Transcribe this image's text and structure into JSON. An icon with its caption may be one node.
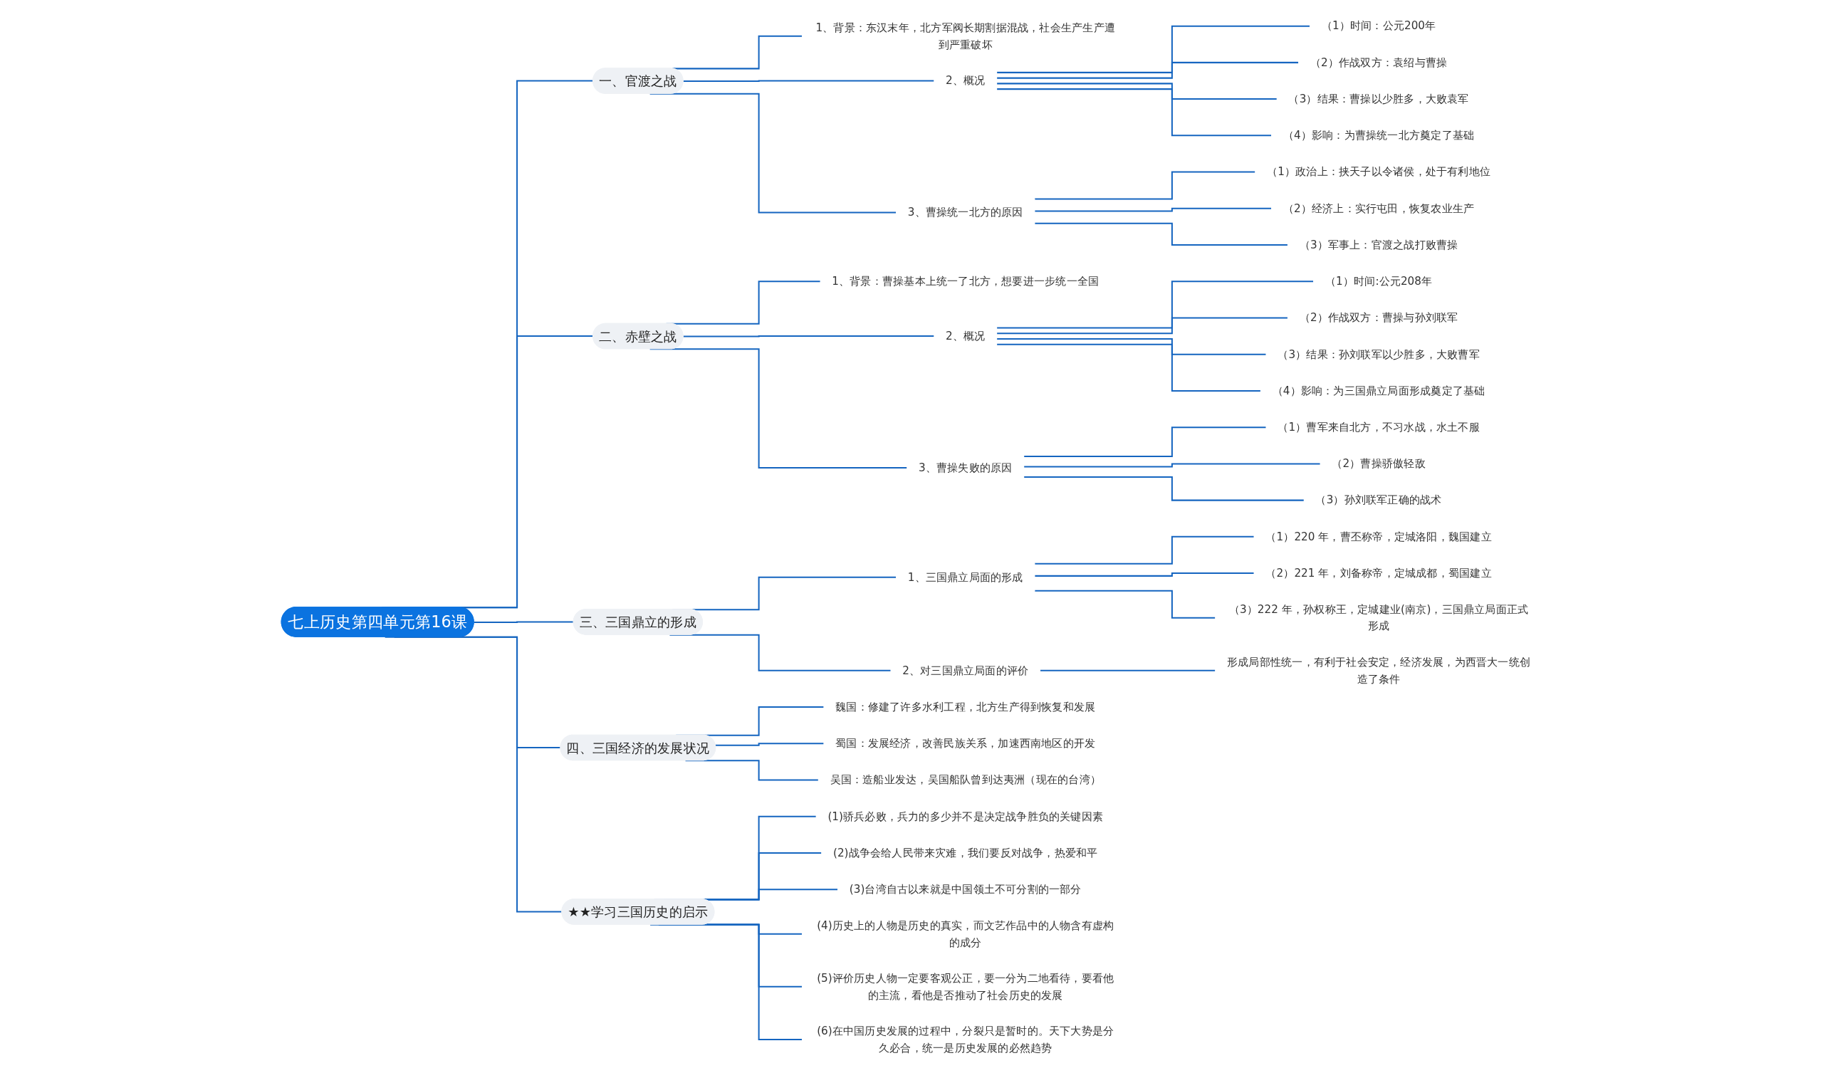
{
  "diagram": {
    "nodes": [
      {
        "text": [
          "七上历史第四单元第16课"
        ]
      },
      {
        "text": [
          "一、官渡之战"
        ]
      },
      {
        "text": [
          "1、背景：东汉末年，北方军阀长期割据混战，社会生产生产遭到严重破坏"
        ]
      },
      {
        "text": [
          "2、概况"
        ]
      },
      {
        "text": [
          "（1）时间：公元200年"
        ]
      },
      {
        "text": [
          "（2）作战双方：袁绍与曹操"
        ]
      },
      {
        "text": [
          "（3）结果：曹操以少胜多，大败袁军"
        ]
      },
      {
        "text": [
          "（4）影响：为曹操统一北方奠定了基础"
        ]
      },
      {
        "text": [
          "3、曹操统一北方的原因"
        ]
      },
      {
        "text": [
          "（1）政治上：挟天子以令诸侯，处于有利地位"
        ]
      },
      {
        "text": [
          "（2）经济上：实行屯田，恢复农业生产"
        ]
      },
      {
        "text": [
          "（3）军事上：官渡之战打败曹操"
        ]
      },
      {
        "text": [
          "二、赤壁之战"
        ]
      },
      {
        "text": [
          "1、背景：曹操基本上统一了北方，想要进一步统一全国"
        ]
      },
      {
        "text": [
          "2、概况"
        ]
      },
      {
        "text": [
          "（1）时间:公元208年"
        ]
      },
      {
        "text": [
          "（2）作战双方：曹操与孙刘联军"
        ]
      },
      {
        "text": [
          "（3）结果：孙刘联军以少胜多，大败曹军"
        ]
      },
      {
        "text": [
          "（4）影响：为三国鼎立局面形成奠定了基础"
        ]
      },
      {
        "text": [
          "3、曹操失败的原因"
        ]
      },
      {
        "text": [
          "（1）曹军来自北方，不习水战，水土不服"
        ]
      },
      {
        "text": [
          "（2）曹操骄傲轻敌"
        ]
      },
      {
        "text": [
          "（3）孙刘联军正确的战术"
        ]
      },
      {
        "text": [
          "三、三国鼎立的形成"
        ]
      },
      {
        "text": [
          "1、三国鼎立局面的形成"
        ]
      },
      {
        "text": [
          "（1）220 年，曹丕称帝，定城洛阳，魏国建立"
        ]
      },
      {
        "text": [
          "（2）221 年，刘备称帝，定城成都，蜀国建立"
        ]
      },
      {
        "text": [
          "（3）222 年，孙权称王，定城建业(南京)，三国鼎立局面正式形成"
        ]
      },
      {
        "text": [
          "2、对三国鼎立局面的评价"
        ]
      },
      {
        "text": [
          "形成局部性统一，有利于社会安定，经济发展，为西晋大一统创造了条件"
        ]
      },
      {
        "text": [
          "四、三国经济的发展状况"
        ]
      },
      {
        "text": [
          "魏国：修建了许多水利工程，北方生产得到恢复和发展"
        ]
      },
      {
        "text": [
          "蜀国：发展经济，改善民族关系，加速西南地区的开发"
        ]
      },
      {
        "text": [
          "吴国：造船业发达，吴国船队曾到达夷洲（现在的台湾）"
        ]
      },
      {
        "text": [
          "★★学习三国历史的启示"
        ]
      },
      {
        "text": [
          "(1)骄兵必败，兵力的多少并不是决定战争胜负的关键因素"
        ]
      },
      {
        "text": [
          "(2)战争会给人民带来灾难，我们要反对战争，热爱和平"
        ]
      },
      {
        "text": [
          "(3)台湾自古以来就是中国领土不可分割的一部分"
        ]
      },
      {
        "text": [
          "(4)历史上的人物是历史的真实，而文艺作品中的人物含有虚构的成分"
        ]
      },
      {
        "text": [
          "(5)评价历史人物一定要客观公正，要一分为二地看待，要看他的主流，看他是否推动了社会历史的发展"
        ]
      },
      {
        "text": [
          "(6)在中国历史发展的过程中，分裂只是暂时的。天下大势是分久必合，统一是历史发展的必然趋势"
        ]
      }
    ],
    "edges": [
      {
        "from": 0,
        "to": 1,
        "arrow": "none"
      },
      {
        "from": 1,
        "to": 2,
        "arrow": "none"
      },
      {
        "from": 1,
        "to": 3,
        "arrow": "none"
      },
      {
        "from": 3,
        "to": 4,
        "arrow": "none"
      },
      {
        "from": 3,
        "to": 5,
        "arrow": "none"
      },
      {
        "from": 3,
        "to": 6,
        "arrow": "none"
      },
      {
        "from": 3,
        "to": 7,
        "arrow": "none"
      },
      {
        "from": 1,
        "to": 8,
        "arrow": "none"
      },
      {
        "from": 8,
        "to": 9,
        "arrow": "none"
      },
      {
        "from": 8,
        "to": 10,
        "arrow": "none"
      },
      {
        "from": 8,
        "to": 11,
        "arrow": "none"
      },
      {
        "from": 0,
        "to": 12,
        "arrow": "none"
      },
      {
        "from": 12,
        "to": 13,
        "arrow": "none"
      },
      {
        "from": 12,
        "to": 14,
        "arrow": "none"
      },
      {
        "from": 14,
        "to": 15,
        "arrow": "none"
      },
      {
        "from": 14,
        "to": 16,
        "arrow": "none"
      },
      {
        "from": 14,
        "to": 17,
        "arrow": "none"
      },
      {
        "from": 14,
        "to": 18,
        "arrow": "none"
      },
      {
        "from": 12,
        "to": 19,
        "arrow": "none"
      },
      {
        "from": 19,
        "to": 20,
        "arrow": "none"
      },
      {
        "from": 19,
        "to": 21,
        "arrow": "none"
      },
      {
        "from": 19,
        "to": 22,
        "arrow": "none"
      },
      {
        "from": 0,
        "to": 23,
        "arrow": "none"
      },
      {
        "from": 23,
        "to": 24,
        "arrow": "none"
      },
      {
        "from": 24,
        "to": 25,
        "arrow": "none"
      },
      {
        "from": 24,
        "to": 26,
        "arrow": "none"
      },
      {
        "from": 24,
        "to": 27,
        "arrow": "none"
      },
      {
        "from": 23,
        "to": 28,
        "arrow": "none"
      },
      {
        "from": 28,
        "to": 29,
        "arrow": "none"
      },
      {
        "from": 0,
        "to": 30,
        "arrow": "none"
      },
      {
        "from": 30,
        "to": 31,
        "arrow": "none"
      },
      {
        "from": 30,
        "to": 32,
        "arrow": "none"
      },
      {
        "from": 30,
        "to": 33,
        "arrow": "none"
      },
      {
        "from": 0,
        "to": 34,
        "arrow": "none"
      },
      {
        "from": 34,
        "to": 35,
        "arrow": "none"
      },
      {
        "from": 34,
        "to": 36,
        "arrow": "none"
      },
      {
        "from": 34,
        "to": 37,
        "arrow": "none"
      },
      {
        "from": 34,
        "to": 38,
        "arrow": "none"
      },
      {
        "from": 34,
        "to": 39,
        "arrow": "none"
      },
      {
        "from": 34,
        "to": 40,
        "arrow": "none"
      }
    ]
  }
}
